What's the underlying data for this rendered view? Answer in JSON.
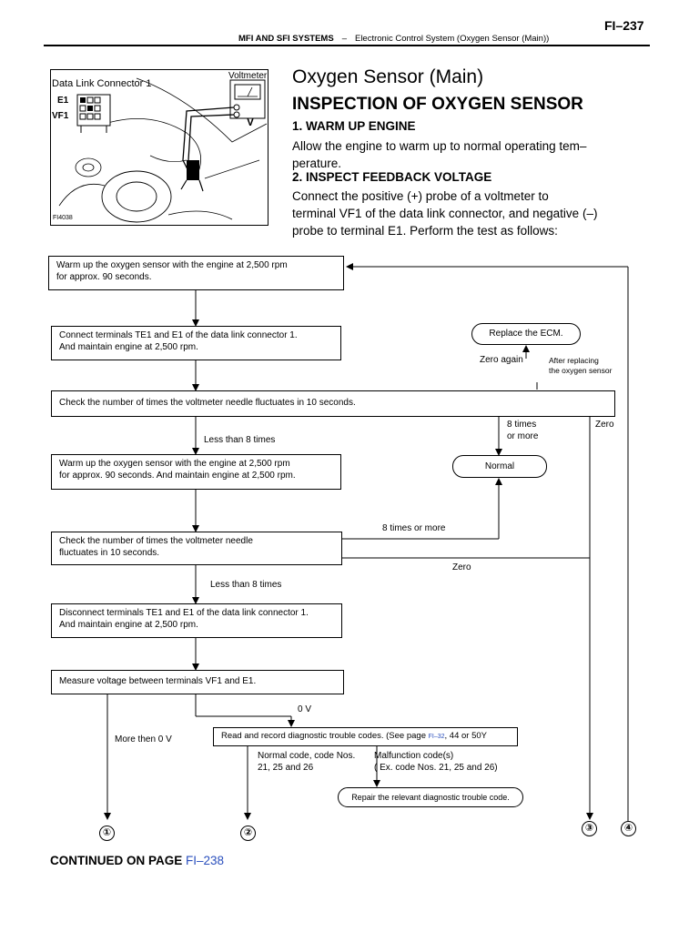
{
  "header": {
    "page_number": "FI–237",
    "system": "MFI AND SFI SYSTEMS",
    "dash": "–",
    "section": "Electronic Control System (Oxygen Sensor (Main))"
  },
  "illustration": {
    "connector_label": "Data Link Connector 1",
    "voltmeter_label": "Voltmeter",
    "e1": "E1",
    "vf1": "VF1",
    "v": "V",
    "fig_id": "FI4038"
  },
  "titles": {
    "main": "Oxygen Sensor (Main)",
    "sub": "INSPECTION OF OXYGEN SENSOR"
  },
  "steps": [
    {
      "heading": "1. WARM UP ENGINE",
      "lines": [
        "Allow the engine to warm up to normal operating tem–",
        "perature."
      ]
    },
    {
      "heading": "2. INSPECT FEEDBACK VOLTAGE",
      "lines": [
        "Connect the positive (+) probe of a voltmeter to",
        "terminal VF1 of the data link connector, and negative (–)",
        "probe to terminal E1. Perform the test as follows:"
      ]
    }
  ],
  "flowchart": {
    "boxes": {
      "warmup1": [
        "Warm up the oxygen sensor with the engine at 2,500 rpm",
        "for approx. 90 seconds."
      ],
      "connect": [
        "Connect terminals TE1 and E1 of the data link connector 1.",
        "And maintain engine at 2,500 rpm."
      ],
      "check1": [
        "Check the number of times the voltmeter needle fluctuates in 10 seconds."
      ],
      "warmup2": [
        "Warm up the oxygen sensor with the engine at 2,500 rpm",
        "for approx. 90 seconds. And maintain engine at 2,500 rpm."
      ],
      "check2": [
        "Check the number of times the voltmeter needle",
        "fluctuates in 10 seconds."
      ],
      "disconnect": [
        "Disconnect terminals TE1 and E1 of the data link connector 1.",
        "And maintain engine at 2,500 rpm."
      ],
      "measure": [
        "Measure voltage between terminals VF1 and E1."
      ],
      "read_codes_prefix": "Read and record diagnostic trouble codes. (See page ",
      "read_codes_link": "FI–32",
      "read_codes_suffix": ", 44 or 50Y"
    },
    "pills": {
      "replace_ecm": "Replace the ECM.",
      "normal": "Normal",
      "repair": "Repair the relevant diagnostic trouble code."
    },
    "labels": {
      "zero_again": "Zero again",
      "after_replacing": [
        "After replacing",
        "the oxygen sensor"
      ],
      "eight_or_more_1": [
        "8 times",
        "or more"
      ],
      "zero_1": "Zero",
      "less_than_8_1": "Less than 8 times",
      "eight_or_more_2": "8 times or more",
      "zero_2": "Zero",
      "less_than_8_2": "Less than 8 times",
      "zero_v": "0 V",
      "more_than_0v": "More then 0 V",
      "normal_code": [
        "Normal code, code Nos.",
        "21, 25 and 26"
      ],
      "malfunction_code": [
        "Malfunction code(s)",
        "( Ex. code Nos. 21, 25 and 26)"
      ]
    },
    "connectors": [
      "①",
      "②",
      "③",
      "④"
    ]
  },
  "footer": {
    "text": "CONTINUED ON PAGE ",
    "link": "FI–238"
  }
}
